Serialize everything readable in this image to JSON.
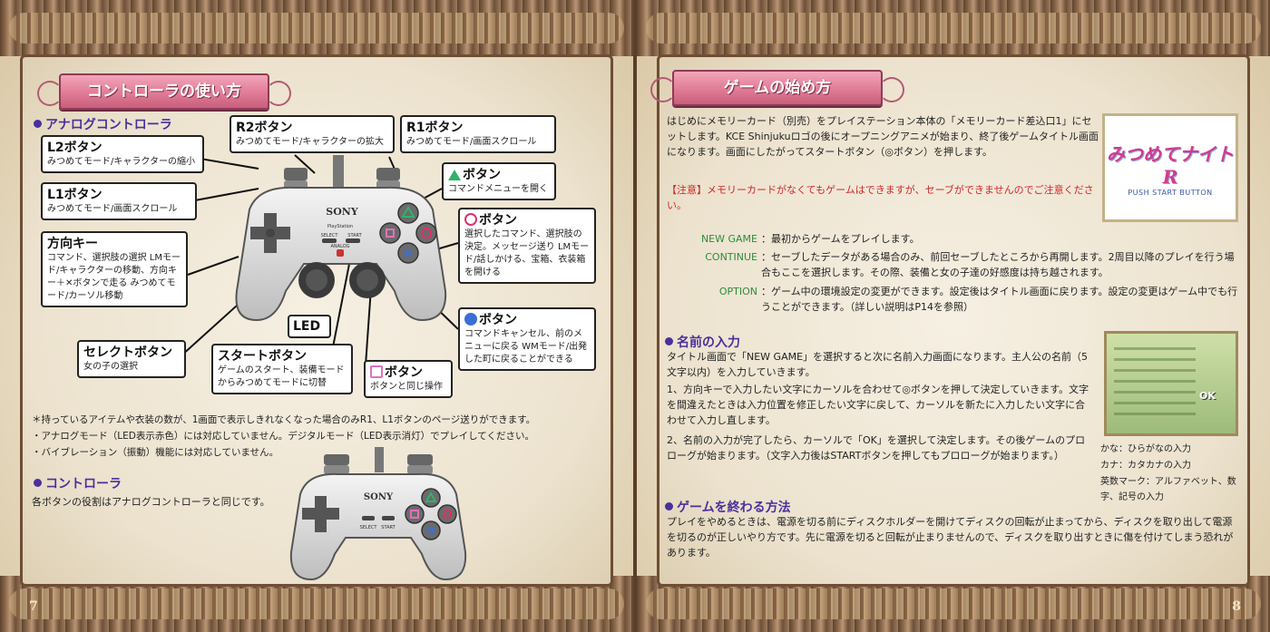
{
  "left_page": {
    "page_number": "7",
    "heading": "コントローラの使い方",
    "analog_section": {
      "title": "アナログコントローラ",
      "callouts": {
        "l2": {
          "label": "L2ボタン",
          "text": "みつめてモード/キャラクターの縮小"
        },
        "l1": {
          "label": "L1ボタン",
          "text": "みつめてモード/画面スクロール"
        },
        "r2": {
          "label": "R2ボタン",
          "text": "みつめてモード/キャラクターの拡大"
        },
        "r1": {
          "label": "R1ボタン",
          "text": "みつめてモード/画面スクロール"
        },
        "triangle": {
          "label": "ボタン",
          "text": "コマンドメニューを開く"
        },
        "circle": {
          "label": "ボタン",
          "text": "選択したコマンド、選択肢の決定。メッセージ送り LMモード/話しかける、宝箱、衣装箱を開ける"
        },
        "dpad": {
          "label": "方向キー",
          "text": "コマンド、選択肢の選択 LMモード/キャラクターの移動、方向キー＋✕ボタンで走る みつめてモード/カーソル移動"
        },
        "cross": {
          "label": "ボタン",
          "text": "コマンドキャンセル、前のメニューに戻る WMモード/出発した町に戻ることができる"
        },
        "led": {
          "label": "LED"
        },
        "select": {
          "label": "セレクトボタン",
          "text": "女の子の選択"
        },
        "start": {
          "label": "スタートボタン",
          "text": "ゲームのスタート、装備モードからみつめてモードに切替"
        },
        "square": {
          "label": "ボタン",
          "text": "ボタンと同じ操作"
        }
      },
      "controller_labels": {
        "brand": "SONY",
        "select": "SELECT",
        "start": "START",
        "analog": "ANALOG",
        "ps": "PlayStation"
      }
    },
    "notes": [
      "＊持っているアイテムや衣装の数が、1画面で表示しきれなくなった場合のみR1、L1ボタンのページ送りができます。",
      "・アナログモード（LED表示赤色）には対応していません。デジタルモード（LED表示消灯）でプレイしてください。",
      "・バイブレーション（振動）機能には対応していません。"
    ],
    "controller_section": {
      "title": "コントローラ",
      "text": "各ボタンの役割はアナログコントローラと同じです。"
    }
  },
  "right_page": {
    "page_number": "8",
    "heading": "ゲームの始め方",
    "intro": "はじめにメモリーカード（別売）をプレイステーション本体の「メモリーカード差込口1」にセットします。KCE Shinjukuロゴの後にオープニングアニメが始まり、終了後ゲームタイトル画面になります。画面にしたがってスタートボタン（◎ボタン）を押します。",
    "warning_tag": "【注意】",
    "warning": "メモリーカードがなくてもゲームはできますが、セーブができませんのでご注意ください。",
    "title_screen": {
      "logo": "みつめてナイトR",
      "push": "PUSH START BUTTON"
    },
    "options": [
      {
        "name": "NEW GAME",
        "desc": "最初からゲームをプレイします。"
      },
      {
        "name": "CONTINUE",
        "desc": "セーブしたデータがある場合のみ、前回セーブしたところから再開します。2周目以降のプレイを行う場合もここを選択します。その際、装備と女の子達の好感度は持ち越されます。"
      },
      {
        "name": "OPTION",
        "desc": "ゲーム中の環境設定の変更ができます。設定後はタイトル画面に戻ります。設定の変更はゲーム中でも行うことができます。（詳しい説明はP14を参照）"
      }
    ],
    "name_section": {
      "title": "名前の入力",
      "text": "タイトル画面で「NEW GAME」を選択すると次に名前入力画面になります。主人公の名前（5文字以内）を入力していきます。",
      "steps": [
        "1、方向キーで入力したい文字にカーソルを合わせて◎ボタンを押して決定していきます。文字を間違えたときは入力位置を修正したい文字に戻して、カーソルを新たに入力したい文字に合わせて入力し直します。",
        "2、名前の入力が完了したら、カーソルで「OK」を選択して決定します。その後ゲームのプロローグが始まります。（文字入力後はSTARTボタンを押してもプロローグが始まります。）"
      ],
      "legend": [
        "かな：ひらがなの入力",
        "カナ：カタカナの入力",
        "英数マーク：アルファベット、数字、記号の入力"
      ],
      "screen_ok": "OK"
    },
    "end_section": {
      "title": "ゲームを終わる方法",
      "text": "プレイをやめるときは、電源を切る前にディスクホルダーを開けてディスクの回転が止まってから、ディスクを取り出して電源を切るのが正しいやり方です。先に電源を切ると回転が止まりませんので、ディスクを取り出すときに傷を付けてしまう恐れがあります。"
    }
  },
  "colors": {
    "heading_pink": "#e07b96",
    "subtitle_purple": "#4b2f9c",
    "warning_red": "#d0262a",
    "option_green": "#2e8b3a"
  }
}
